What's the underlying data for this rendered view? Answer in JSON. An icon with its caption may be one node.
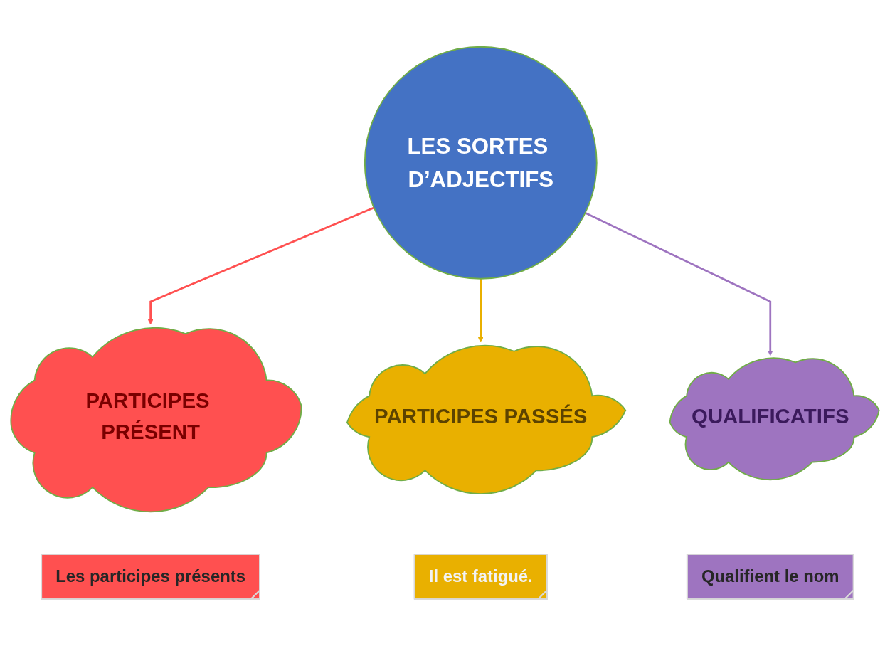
{
  "diagram": {
    "nodes": [
      {
        "text": [
          "LES SORTES D’ADJECTIFS"
        ]
      },
      {
        "text": [
          "PARTICIPES PRÉSENT"
        ]
      },
      {
        "text": [
          "PARTICIPES PASSÉS"
        ]
      },
      {
        "text": [
          "QUALIFICATIFS"
        ]
      },
      {
        "text": [
          "Les participes présents"
        ]
      },
      {
        "text": [
          "Il est fatigué."
        ]
      },
      {
        "text": [
          "Qualifient le nom"
        ]
      }
    ],
    "edges": [
      {
        "from": 0,
        "to": 1,
        "arrow": "to",
        "color": "#ff5050"
      },
      {
        "from": 0,
        "to": 2,
        "arrow": "to",
        "color": "#e9b000"
      },
      {
        "from": 0,
        "to": 3,
        "arrow": "to",
        "color": "#9e74c0"
      }
    ]
  }
}
